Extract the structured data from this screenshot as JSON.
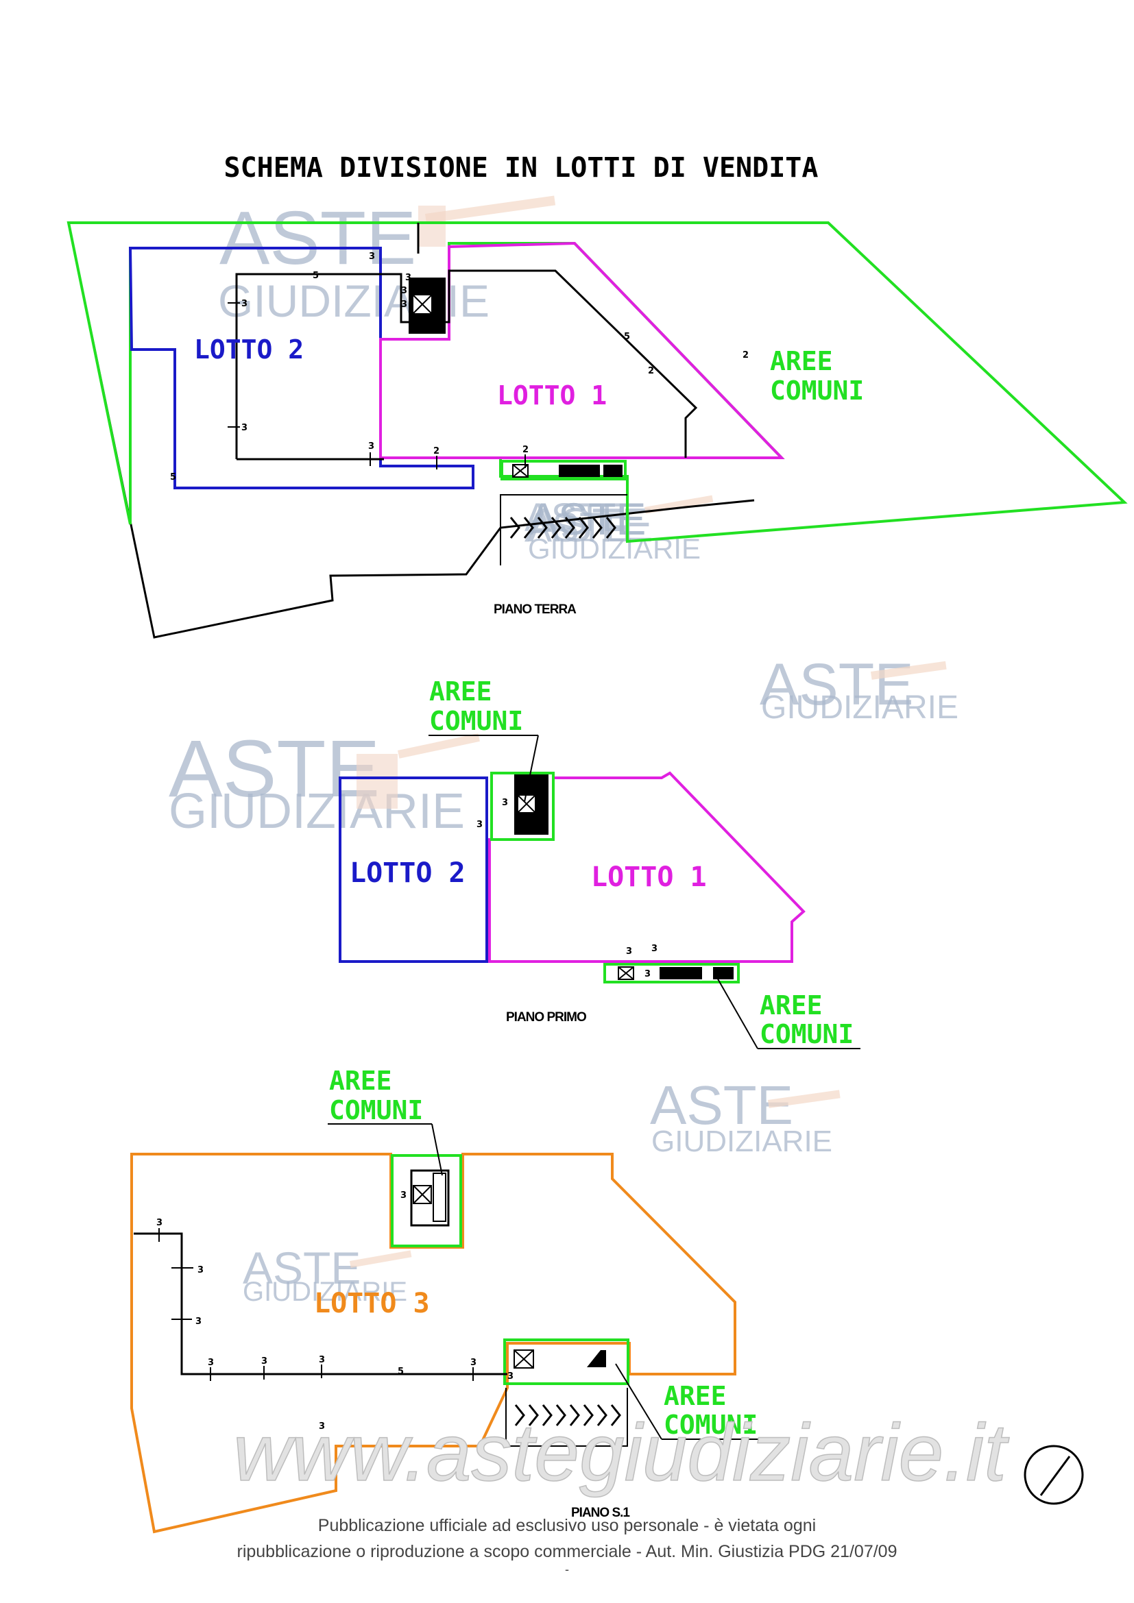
{
  "title": "SCHEMA DIVISIONE IN LOTTI DI VENDITA",
  "watermark": {
    "aste": "ASTE",
    "giudiziarie": "GIUDIZIARIE",
    "site": "www.astegiudiziarie.it"
  },
  "plans": {
    "terra": {
      "floor_label": "PIANO TERRA",
      "lotto1": "LOTTO 1",
      "lotto2": "LOTTO 2",
      "aree1": "AREE",
      "aree2": "COMUNI"
    },
    "primo": {
      "floor_label": "PIANO PRIMO",
      "lotto1": "LOTTO 1",
      "lotto2": "LOTTO 2",
      "aree_top1": "AREE",
      "aree_top2": "COMUNI",
      "aree_bottom1": "AREE",
      "aree_bottom2": "COMUNI"
    },
    "s1": {
      "floor_label": "PIANO S.1",
      "lotto3": "LOTTO 3",
      "aree_top1": "AREE",
      "aree_top2": "COMUNI",
      "aree_bottom1": "AREE",
      "aree_bottom2": "COMUNI"
    }
  },
  "footer": {
    "line1": "Pubblicazione ufficiale ad esclusivo uso personale - è vietata ogni",
    "line2": "ripubblicazione o riproduzione a scopo commerciale - Aut. Min. Giustizia PDG 21/07/09",
    "line3": "-"
  },
  "colors": {
    "lotto1": "#e020e0",
    "lotto2": "#1a1ac8",
    "lotto3": "#f08a1c",
    "aree_comuni": "#22e022",
    "lines": "#000000"
  }
}
